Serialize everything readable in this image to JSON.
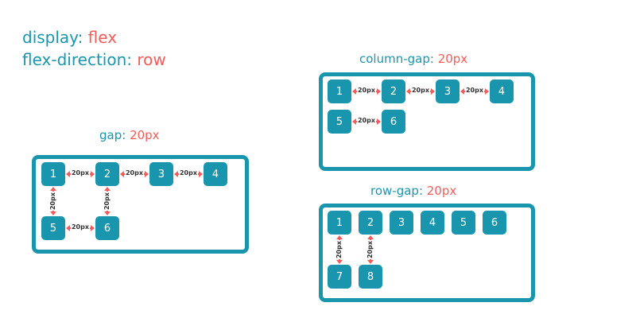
{
  "heading": {
    "line1": {
      "prop": "display",
      "value": "flex"
    },
    "line2": {
      "prop": "flex-direction",
      "value": "row"
    }
  },
  "colors": {
    "primary": "#1996ad",
    "accent": "#f25d5b"
  },
  "examples": {
    "gap": {
      "prop": "gap",
      "value": "20px",
      "items": [
        "1",
        "2",
        "3",
        "4",
        "5",
        "6"
      ],
      "gap_label": "20px"
    },
    "column_gap": {
      "prop": "column-gap",
      "value": "20px",
      "items": [
        "1",
        "2",
        "3",
        "4",
        "5",
        "6"
      ],
      "gap_label": "20px"
    },
    "row_gap": {
      "prop": "row-gap",
      "value": "20px",
      "items": [
        "1",
        "2",
        "3",
        "4",
        "5",
        "6",
        "7",
        "8"
      ],
      "gap_label": "20px"
    }
  }
}
